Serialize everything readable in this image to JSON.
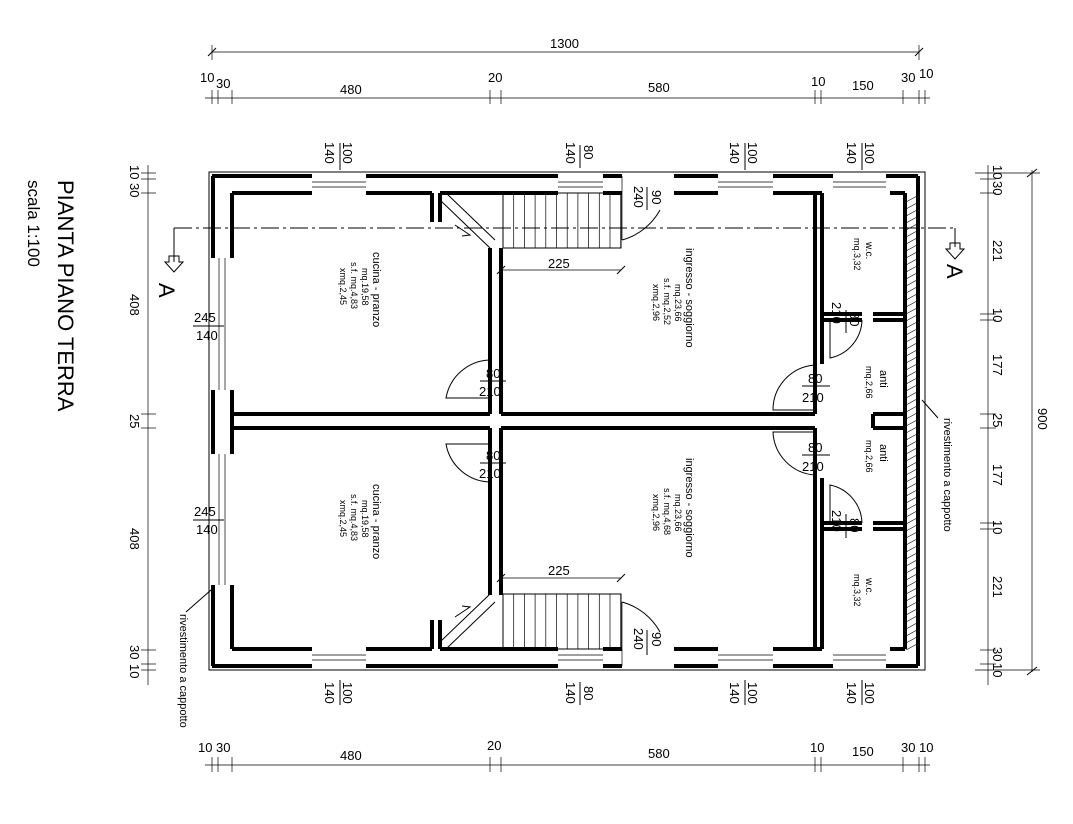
{
  "title": "PIANTA PIANO TERRA",
  "scale": "scala 1:100",
  "section_label": "A",
  "cladding_label": "rivestimento a cappotto",
  "dimensions": {
    "overall_width": "1300",
    "overall_depth": "900",
    "horizontal_chain": [
      "10",
      "30",
      "480",
      "20",
      "580",
      "10",
      "150",
      "30",
      "10"
    ],
    "vertical_chain_left": [
      "10",
      "30",
      "408",
      "25",
      "408",
      "30",
      "10"
    ],
    "vertical_chain_right": [
      "10",
      "30",
      "221",
      "10",
      "177",
      "25",
      "177",
      "10",
      "221",
      "30",
      "10"
    ],
    "stair_length": "225"
  },
  "openings": {
    "window_100_140": {
      "top": "100",
      "bottom": "140"
    },
    "window_80_140": {
      "top": "80",
      "bottom": "140"
    },
    "french_window": {
      "top": "245",
      "bottom": "140"
    },
    "door_80_210": {
      "top": "80",
      "bottom": "210"
    },
    "entry_door_90_240": {
      "top": "90",
      "bottom": "240"
    }
  },
  "rooms": {
    "kitchen_top": {
      "name": "cucina - pranzo",
      "area": "mq.19,58",
      "window_area": "s.f. mq.4,83",
      "height": "xmq.2,45"
    },
    "living_top": {
      "name": "ingresso - soggiorno",
      "area": "mq.23,66",
      "window_area": "s.f. mq.2,52",
      "height": "xmq.2,96"
    },
    "wc_top": {
      "name": "w.c.",
      "area": "mq.3,32"
    },
    "anti_top": {
      "name": "anti",
      "area": "mq.2,66"
    },
    "kitchen_bottom": {
      "name": "cucina - pranzo",
      "area": "mq.19,58",
      "window_area": "s.f. mq.4,83",
      "height": "xmq.2,45"
    },
    "living_bottom": {
      "name": "ingresso - soggiorno",
      "area": "mq.23,66",
      "window_area": "s.f. mq.4,68",
      "height": "xmq.2,96"
    },
    "anti_bottom": {
      "name": "anti",
      "area": "mq.2,66"
    },
    "wc_bottom": {
      "name": "w.c.",
      "area": "mq.3,32"
    }
  }
}
